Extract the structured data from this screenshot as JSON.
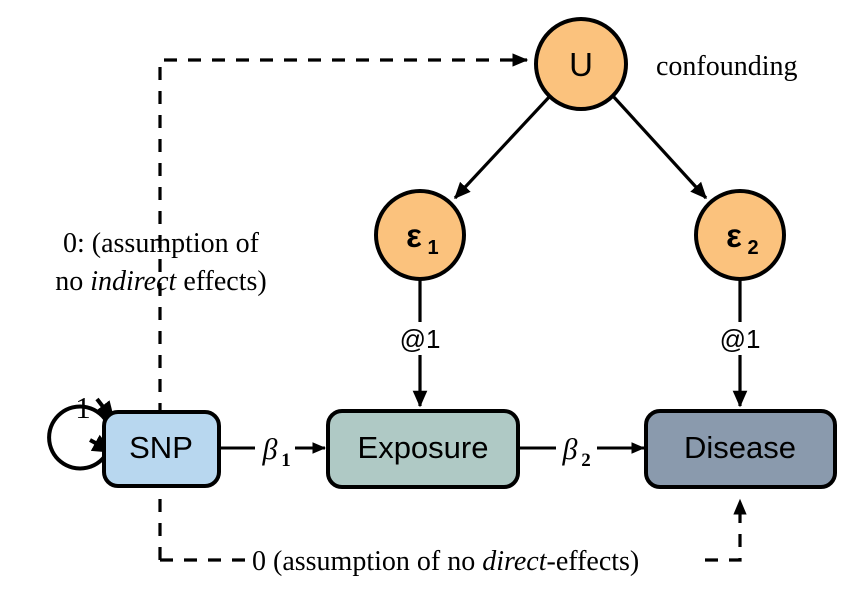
{
  "diagram": {
    "title": "Mendelian randomization path diagram",
    "background": "#ffffff",
    "stroke_color": "#000000",
    "colors": {
      "circle_fill": "#fbc27d",
      "snp_fill": "#b8d7ef",
      "exposure_fill": "#afc9c5",
      "disease_fill": "#8a9aad",
      "stroke": "#000000"
    },
    "nodes": {
      "u": {
        "label": "U",
        "shape": "circle",
        "fill": "#fbc27d"
      },
      "eps1": {
        "label": "ε",
        "subscript": "1",
        "shape": "circle",
        "fill": "#fbc27d"
      },
      "eps2": {
        "label": "ε",
        "subscript": "2",
        "shape": "circle",
        "fill": "#fbc27d"
      },
      "snp": {
        "label": "SNP",
        "shape": "rounded-rect",
        "fill": "#b8d7ef"
      },
      "exposure": {
        "label": "Exposure",
        "shape": "rounded-rect",
        "fill": "#afc9c5"
      },
      "disease": {
        "label": "Disease",
        "shape": "rounded-rect",
        "fill": "#8a9aad"
      }
    },
    "edge_labels": {
      "beta1": {
        "symbol": "β",
        "subscript": "1"
      },
      "beta2": {
        "symbol": "β",
        "subscript": "2"
      },
      "at1_left": "@1",
      "at1_right": "@1",
      "self_loop": "1"
    },
    "annotations": {
      "confounding": "confounding",
      "indirect_line1": "0: (assumption of",
      "indirect_line2_pre": "no ",
      "indirect_line2_ital": "indirect",
      "indirect_line2_post": " effects)",
      "direct_pre": "0 (assumption of no ",
      "direct_ital": "direct",
      "direct_post": "-effects)"
    }
  }
}
